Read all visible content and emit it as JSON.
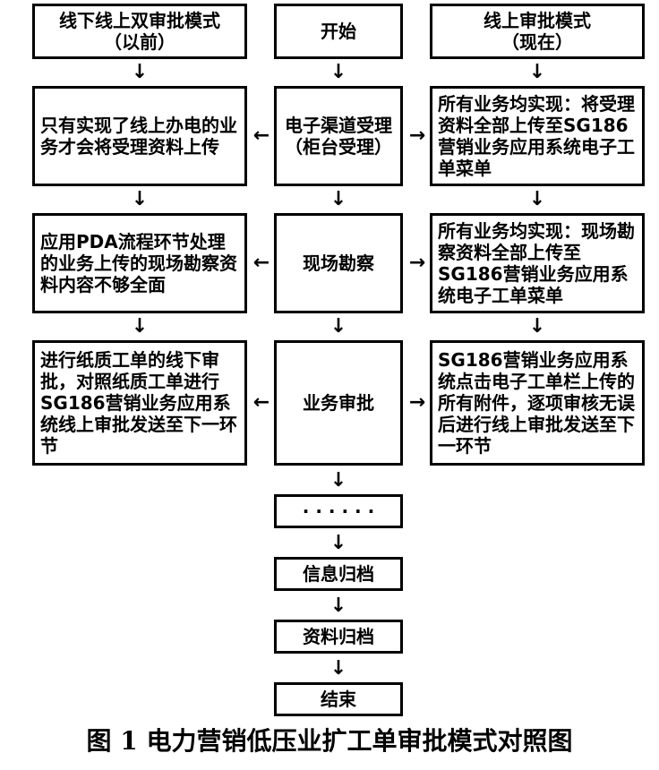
{
  "diagram": {
    "left_column": {
      "header": "线下线上双审批模式\n（以前）",
      "step1": "只有实现了线上办电的业务才会将受理资料上传",
      "step2": "应用PDA流程环节处理的业务上传的现场勘察资料内容不够全面",
      "step3": "进行纸质工单的线下审批，对照纸质工单进行SG186营销业务应用系统线上审批发送至下一环节"
    },
    "center_column": {
      "start": "开始",
      "step1": "电子渠道受理（柜台受理）",
      "step2": "现场勘察",
      "step3": "业务审批",
      "step4": "· · · · · ·",
      "step5": "信息归档",
      "step6": "资料归档",
      "end": "结束"
    },
    "right_column": {
      "header": "线上审批模式\n（现在）",
      "step1": "所有业务均实现：将受理资料全部上传至SG186营销业务应用系统电子工单菜单",
      "step2": "所有业务均实现：现场勘察资料全部上传至SG186营销业务应用系统电子工单菜单",
      "step3": "SG186营销业务应用系统点击电子工单栏上传的所有附件，逐项审核无误后进行线上审批发送至下一环节"
    },
    "arrows": {
      "down": "↓",
      "left": "←",
      "right": "→"
    }
  },
  "caption": "图 1  电力营销低压业扩工单审批模式对照图"
}
